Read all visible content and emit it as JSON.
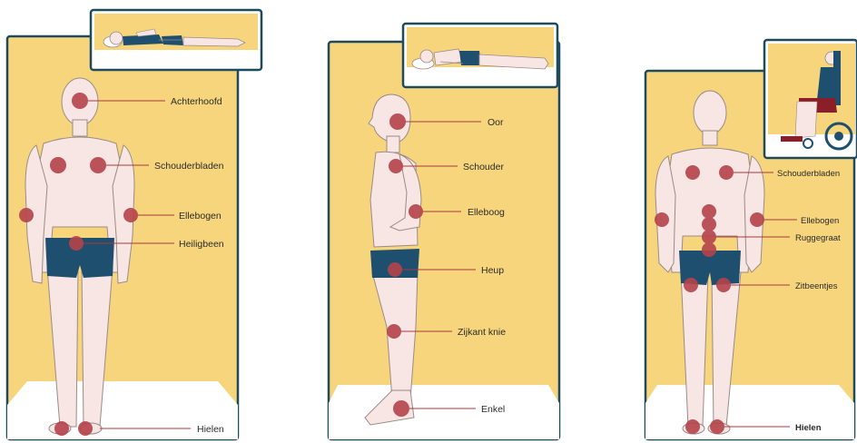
{
  "panels": [
    {
      "id": "back-lying",
      "inset": "liggend-op-rug",
      "labels": [
        "Achterhoofd",
        "Schouderbladen",
        "Ellebogen",
        "Heiligbeen",
        "Hielen"
      ]
    },
    {
      "id": "side-lying",
      "inset": "liggend-op-zij",
      "labels": [
        "Oor",
        "Schouder",
        "Elleboog",
        "Heup",
        "Zijkant knie",
        "Enkel"
      ]
    },
    {
      "id": "sitting",
      "inset": "zittend-in-rolstoel",
      "labels": [
        "Schouderbladen",
        "Ellebogen",
        "Ruggegraat",
        "Zitbeentjes",
        "Hielen"
      ]
    }
  ],
  "colors": {
    "panel_fill": "#f6d57c",
    "panel_border": "#1e4a5c",
    "skin": "#f7e6e4",
    "skin_outline": "#9a8a88",
    "shorts": "#1f4f6e",
    "marker": "#b5434a",
    "line": "#a83a3a",
    "floor": "#ffffff"
  }
}
